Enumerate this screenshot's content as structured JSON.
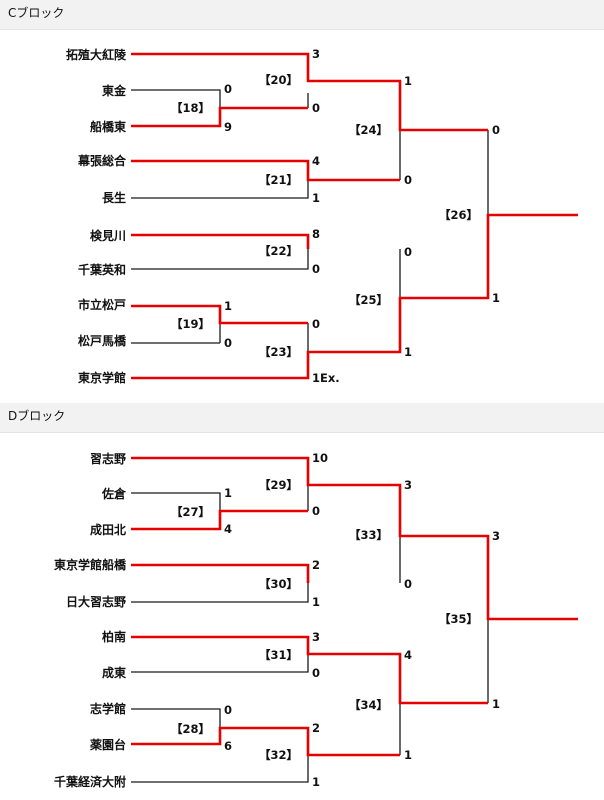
{
  "colors": {
    "win": "#e60000",
    "lose": "#1a1a1a",
    "header_bg": "#f2f2f2"
  },
  "blocks": [
    {
      "title": "Cブロック",
      "teams": [
        "拓殖大紅陵",
        "東金",
        "船橋東",
        "幕張総合",
        "長生",
        "検見川",
        "千葉英和",
        "市立松戸",
        "松戸馬橋",
        "東京学館"
      ],
      "matches": [
        "【18】",
        "【19】",
        "【20】",
        "【21】",
        "【22】",
        "【23】",
        "【24】",
        "【25】",
        "【26】"
      ],
      "scores": {
        "m18": [
          "0",
          "9"
        ],
        "m19": [
          "1",
          "0"
        ],
        "m20": [
          "3",
          "0"
        ],
        "m21": [
          "4",
          "1"
        ],
        "m22": [
          "8",
          "0"
        ],
        "m23": [
          "0",
          "1Ex."
        ],
        "m24": [
          "1",
          "0"
        ],
        "m25": [
          "0",
          "1"
        ],
        "m26": [
          "0",
          "1"
        ]
      }
    },
    {
      "title": "Dブロック",
      "teams": [
        "習志野",
        "佐倉",
        "成田北",
        "東京学館船橋",
        "日大習志野",
        "柏南",
        "成東",
        "志学館",
        "薬園台",
        "千葉経済大附"
      ],
      "matches": [
        "【27】",
        "【28】",
        "【29】",
        "【30】",
        "【31】",
        "【32】",
        "【33】",
        "【34】",
        "【35】"
      ],
      "scores": {
        "m27": [
          "1",
          "4"
        ],
        "m28": [
          "0",
          "6"
        ],
        "m29": [
          "10",
          "0"
        ],
        "m30": [
          "2",
          "1"
        ],
        "m31": [
          "3",
          "0"
        ],
        "m32": [
          "2",
          "1"
        ],
        "m33": [
          "3",
          "0"
        ],
        "m34": [
          "4",
          "1"
        ],
        "m35": [
          "3",
          "1"
        ]
      }
    }
  ]
}
